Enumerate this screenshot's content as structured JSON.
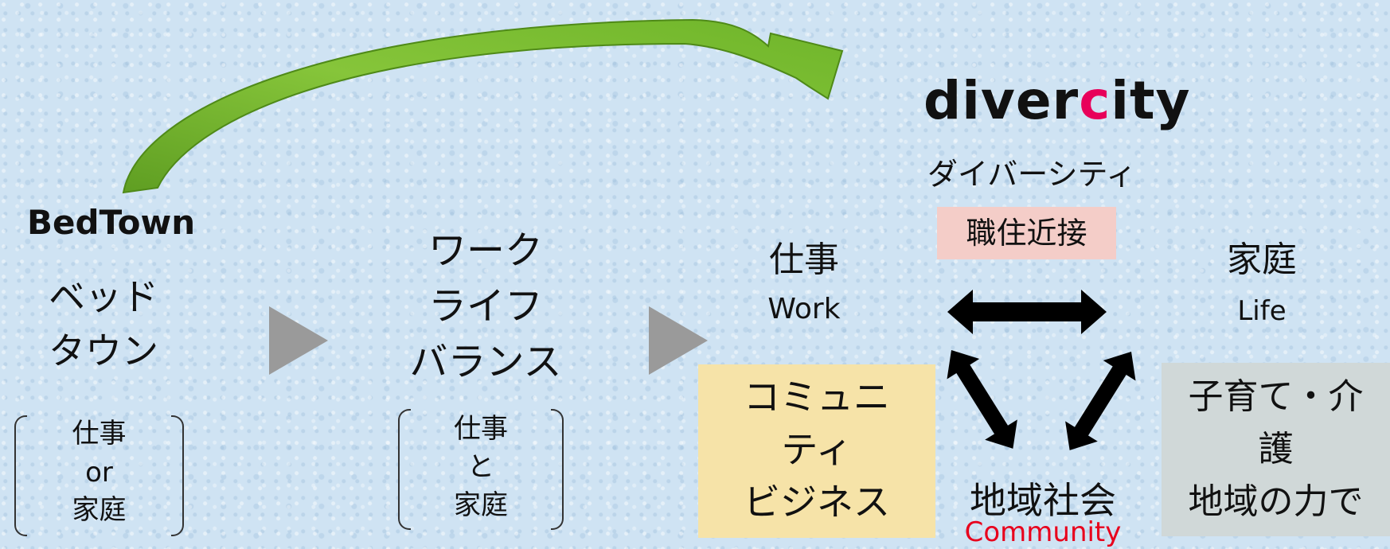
{
  "colors": {
    "arc_green": "#6fb52a",
    "arrow_gray": "#9a9a9a",
    "accent_pink": "#e8005a",
    "community_red": "#e8001c",
    "tag_pink_bg": "#f4cdc8",
    "tag_yellow_bg": "#f6e3a8",
    "tag_gray_bg": "#d0d8d8"
  },
  "bedtown": {
    "title": "BedTown",
    "kana_line1": "ベッド",
    "kana_line2": "タウン",
    "bracket": [
      "仕事",
      "or",
      "家庭"
    ]
  },
  "worklife": {
    "line1": "ワーク",
    "line2": "ライフ",
    "line3": "バランス",
    "bracket": [
      "仕事",
      "と",
      "家庭"
    ]
  },
  "divercity": {
    "title_part1": "diver",
    "title_accent": "c",
    "title_part2": "ity",
    "kana": "ダイバーシティ",
    "tag_proximity": "職住近接",
    "work_jp": "仕事",
    "work_en": "Work",
    "life_jp": "家庭",
    "life_en": "Life",
    "community_jp": "地域社会",
    "community_en": "Community",
    "community_business": [
      "コミュニ",
      "ティ",
      "ビジネス"
    ],
    "childcare": [
      "子育て・介",
      "護",
      "地域の力で"
    ]
  },
  "icons": {
    "curved_arrow": "curved-arrow-icon",
    "triangle_right": "triangle-right-icon",
    "double_arrow": "double-arrow-icon"
  }
}
